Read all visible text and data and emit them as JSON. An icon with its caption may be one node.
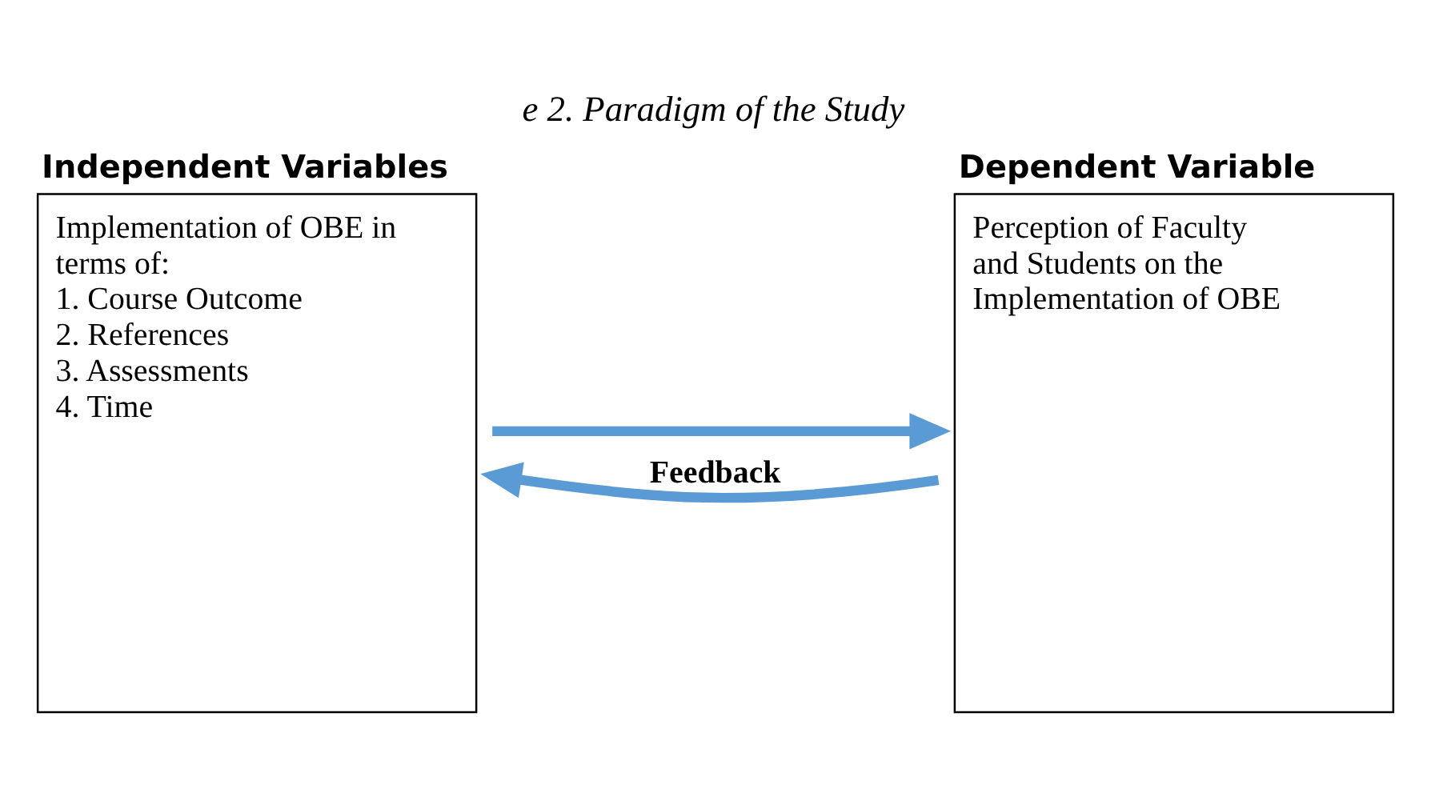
{
  "diagram": {
    "title": "e 2. Paradigm of the Study",
    "nodes": [
      {
        "text": [
          "Independent Variables",
          "Implementation of OBE in terms of:",
          "1. Course Outcome",
          "2. References",
          "3. Assessments",
          "4. Time"
        ]
      },
      {
        "text": [
          "Dependent Variable",
          "Perception of Faculty and Students on the Implementation of OBE"
        ]
      }
    ],
    "edges": [
      {
        "from": 0,
        "to": 1,
        "arrow": "to",
        "color": "#5b9bd5"
      },
      {
        "from": 1,
        "to": 0,
        "arrow": "to",
        "label": "Feedback",
        "color": "#5b9bd5"
      }
    ]
  }
}
